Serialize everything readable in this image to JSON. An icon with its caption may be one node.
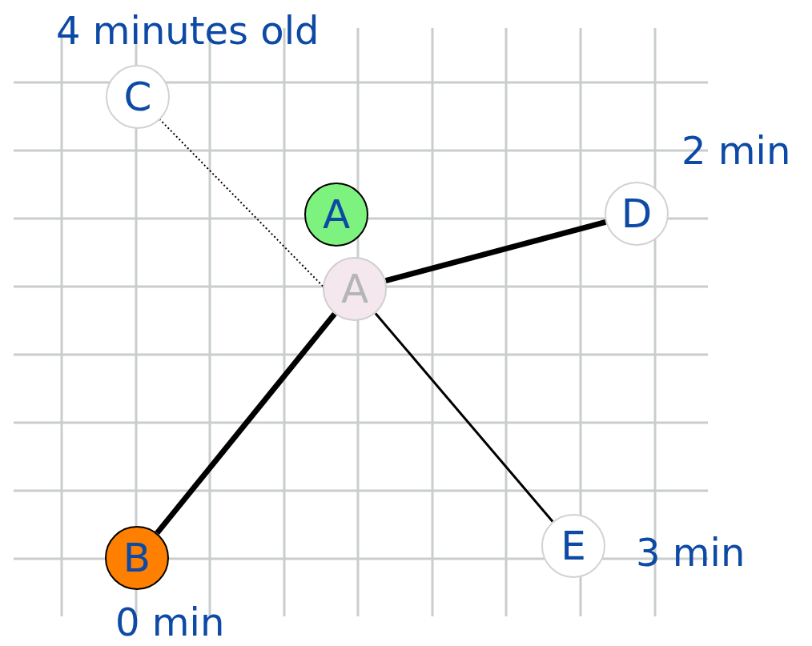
{
  "diagram": {
    "nodes": [
      {
        "text": [
          "C"
        ],
        "beside": [
          "4 minutes old"
        ]
      },
      {
        "text": [
          "A"
        ]
      },
      {
        "text": [
          "D"
        ],
        "beside": [
          "2 min"
        ]
      },
      {
        "text": [
          "A"
        ]
      },
      {
        "text": [
          "B"
        ],
        "beside": [
          "0 min"
        ]
      },
      {
        "text": [
          "E"
        ],
        "beside": [
          "3 min"
        ]
      }
    ],
    "edges": [
      {
        "from": 3,
        "to": 0,
        "arrow": "none",
        "style": "dashed"
      },
      {
        "from": 3,
        "to": 2,
        "arrow": "none",
        "style": "thick"
      },
      {
        "from": 3,
        "to": 4,
        "arrow": "none",
        "style": "thick"
      },
      {
        "from": 3,
        "to": 5,
        "arrow": "none"
      }
    ]
  }
}
